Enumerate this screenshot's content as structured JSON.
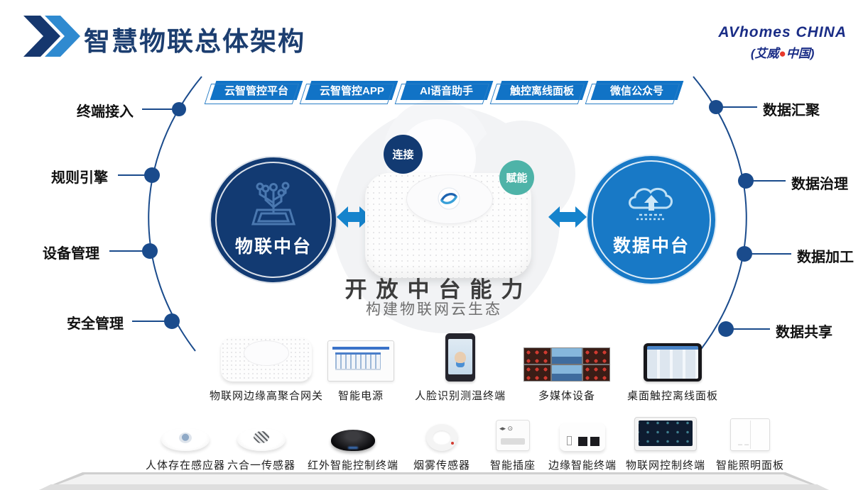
{
  "header": {
    "title": "智慧物联总体架构"
  },
  "logo": {
    "line1": "AVhomes CHINA",
    "line2_open": "(艾威",
    "dot": "●",
    "line2_close": "中国)"
  },
  "top_buttons": {
    "items": [
      {
        "label": "云智管控平台"
      },
      {
        "label": "云智管控APP"
      },
      {
        "label": "AI语音助手"
      },
      {
        "label": "触控离线面板"
      },
      {
        "label": "微信公众号"
      }
    ]
  },
  "left_labels": {
    "items": [
      {
        "label": "终端接入"
      },
      {
        "label": "规则引擎"
      },
      {
        "label": "设备管理"
      },
      {
        "label": "安全管理"
      }
    ]
  },
  "right_labels": {
    "items": [
      {
        "label": "数据汇聚"
      },
      {
        "label": "数据治理"
      },
      {
        "label": "数据加工"
      },
      {
        "label": "数据共享"
      }
    ]
  },
  "hubs": {
    "left": {
      "label": "物联中台",
      "icon": "iot-network-icon",
      "color": "#123a72"
    },
    "right": {
      "label": "数据中台",
      "icon": "cloud-upload-icon",
      "color": "#1879c6"
    }
  },
  "badges": {
    "connect": "连接",
    "empower": "赋能"
  },
  "center": {
    "heading": "开放中台能力",
    "subheading": "构建物联网云生态"
  },
  "device_row1": {
    "items": [
      {
        "label": "物联网边缘高聚合网关"
      },
      {
        "label": "智能电源"
      },
      {
        "label": "人脸识别测温终端"
      },
      {
        "label": "多媒体设备"
      },
      {
        "label": "桌面触控离线面板"
      }
    ]
  },
  "device_row2": {
    "items": [
      {
        "label": "人体存在感应器"
      },
      {
        "label": "六合一传感器"
      },
      {
        "label": "红外智能控制终端"
      },
      {
        "label": "烟雾传感器"
      },
      {
        "label": "智能插座"
      },
      {
        "label": "边缘智能终端"
      },
      {
        "label": "物联网控制终端"
      },
      {
        "label": "智能照明面板"
      }
    ]
  },
  "colors": {
    "navy": "#123a72",
    "title_navy": "#1c3e70",
    "bright_blue": "#1879c6",
    "button_blue": "#1173c6",
    "arrow_blue": "#1583cc",
    "teal": "#4eb3a8",
    "arc_blue": "#1a4b8c",
    "logo_navy": "#1a2d86",
    "logo_red": "#e8392b"
  }
}
